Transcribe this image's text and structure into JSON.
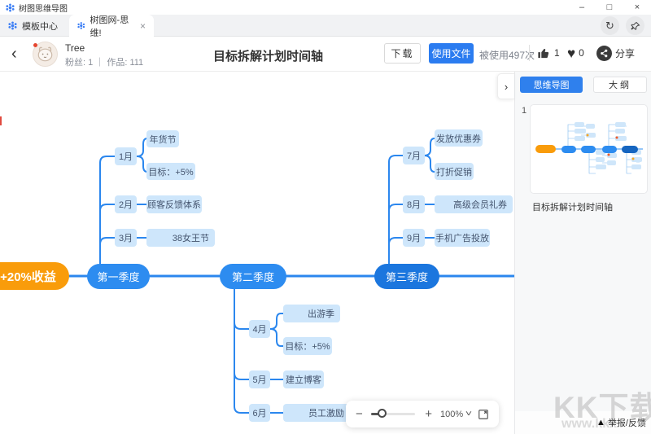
{
  "window": {
    "title": "树图思维导图",
    "minimize": "–",
    "maximize": "□",
    "close": "×"
  },
  "tabs": {
    "template_center": "模板中心",
    "current": "树图网-思维!",
    "close": "×",
    "refresh": "↻"
  },
  "header": {
    "back": "‹",
    "user": {
      "name": "Tree",
      "stats": "粉丝: 1 ｜ 作品: 111"
    },
    "title": "目标拆解计划时间轴",
    "download": "下载",
    "use_file": "使用文件",
    "usage": "被使用497次",
    "likes": "1",
    "hearts": "0",
    "heart_glyph": "♥",
    "share": "分享"
  },
  "sidebar": {
    "tab_mindmap": "思维导图",
    "tab_outline": "大纲",
    "page_number": "1",
    "caption": "目标拆解计划时间轴",
    "collapse": "›"
  },
  "zoombar": {
    "minus": "−",
    "plus": "+",
    "percent": "100%",
    "caret": "˅"
  },
  "watermark": {
    "line1": "KK下载",
    "line2": "www.kkx",
    "report_icon": "▲",
    "report": "举报/反馈"
  },
  "colors": {
    "accent": "#2b7cf0",
    "root_node": "#f99c0b",
    "branch_node": "#2d8cf0",
    "branch_node_dark": "#1b76de",
    "child_node": "#cee6fb",
    "line": "#2b87ee"
  },
  "mindmap": {
    "root": "+20%收益",
    "quarter1": "第一季度",
    "quarter2": "第二季度",
    "quarter3": "第三季度",
    "jan": "1月",
    "feb": "2月",
    "mar": "3月",
    "apr": "4月",
    "may": "5月",
    "jun": "6月",
    "jul": "7月",
    "aug": "8月",
    "sep": "9月",
    "jan_child1": "年货节",
    "jan_child2": "目标：+5%",
    "feb_child": "顾客反馈体系",
    "mar_child": "38女王节",
    "apr_child1": "出游季",
    "apr_child2": "目标：+5%",
    "may_child": "建立博客",
    "jun_child": "员工激励",
    "jul_child1": "发放优惠券",
    "jul_child2": "打折促销",
    "aug_child": "高级会员礼券",
    "sep_child": "手机广告投放"
  }
}
